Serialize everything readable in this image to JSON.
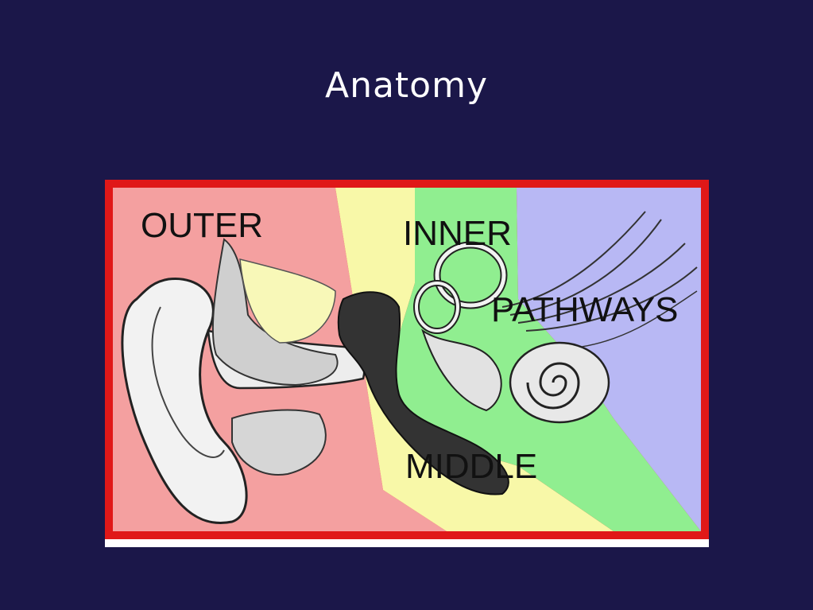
{
  "slide": {
    "title": "Anatomy"
  },
  "diagram": {
    "labels": {
      "outer": "OUTER",
      "inner": "INNER",
      "pathways": "PATHWAYS",
      "middle": "MIDDLE"
    },
    "colors": {
      "background": "#1b1749",
      "frame": "#e01818",
      "outer_zone": "#f4a0a0",
      "middle_zone": "#f8f8a8",
      "inner_zone": "#90ee90",
      "pathways_zone": "#b8b8f4"
    }
  }
}
